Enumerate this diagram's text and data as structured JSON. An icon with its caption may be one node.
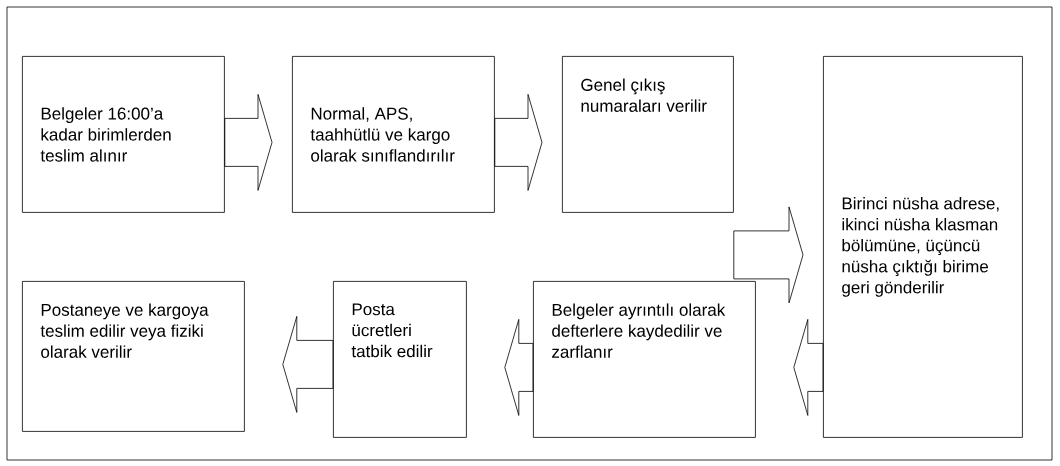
{
  "diagram": {
    "nodes": [
      {
        "text": [
          "Belgeler 16:00’a kadar birimlerden teslim alınır"
        ]
      },
      {
        "text": [
          "Normal, APS, taahhütlü ve kargo olarak sınıflandırılır"
        ]
      },
      {
        "text": [
          "Genel çıkış numaraları verilir"
        ]
      },
      {
        "text": [
          "Birinci nüsha adrese, ikinci nüsha klasman bölümüne, üçüncü nüsha çıktığı birime geri gönderilir"
        ]
      },
      {
        "text": [
          "Belgeler ayrıntılı olarak defterlere kaydedilir ve zarflanır"
        ]
      },
      {
        "text": [
          "Posta ücretleri tatbik edilir"
        ]
      },
      {
        "text": [
          "Postaneye ve kargoya teslim edilir veya fiziki olarak verilir"
        ]
      }
    ],
    "edges": [
      {
        "from": 0,
        "to": 1,
        "arrow": "to"
      },
      {
        "from": 1,
        "to": 2,
        "arrow": "to"
      },
      {
        "from": 2,
        "to": 3,
        "arrow": "to"
      },
      {
        "from": 3,
        "to": 4,
        "arrow": "to"
      },
      {
        "from": 4,
        "to": 5,
        "arrow": "to"
      },
      {
        "from": 5,
        "to": 6,
        "arrow": "to"
      }
    ]
  }
}
